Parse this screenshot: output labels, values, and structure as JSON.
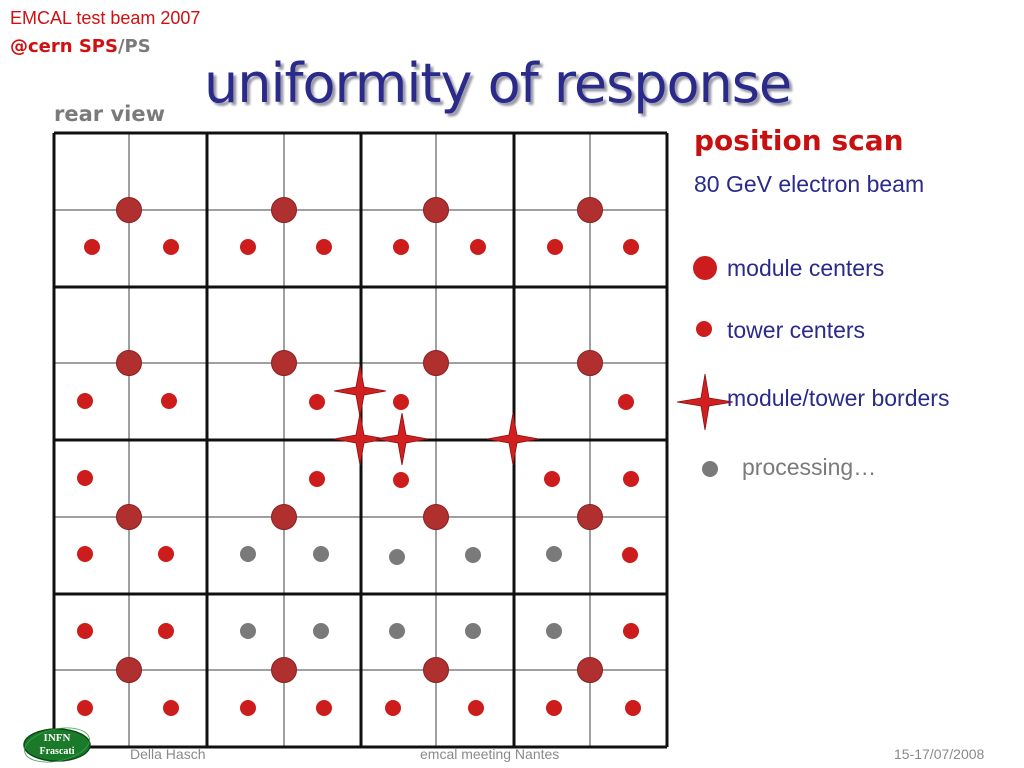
{
  "header": {
    "line1": "EMCAL test beam 2007",
    "line2_a": "@cern SPS",
    "line2_sep": "/",
    "line2_b": "PS"
  },
  "title": "uniformity of response",
  "rear_view_label": "rear view",
  "position_scan": {
    "title": "position scan",
    "subtitle": "80 GeV electron beam"
  },
  "legend": {
    "module_centers": "module centers",
    "tower_centers": "tower centers",
    "borders": "module/tower borders",
    "processing": "processing…"
  },
  "colors": {
    "module_center": "#b03030",
    "tower_center": "#cc1c1c",
    "processing": "#7a7a7a",
    "border_cross": "#d02020",
    "module_grid": "#101010",
    "tower_grid": "#a0a0a0"
  },
  "footer": {
    "author": "Della Hasch",
    "meeting": "emcal meeting Nantes",
    "date": "15-17/07/2008"
  },
  "logo": {
    "line1": "INFN",
    "line2": "Frascati"
  }
}
